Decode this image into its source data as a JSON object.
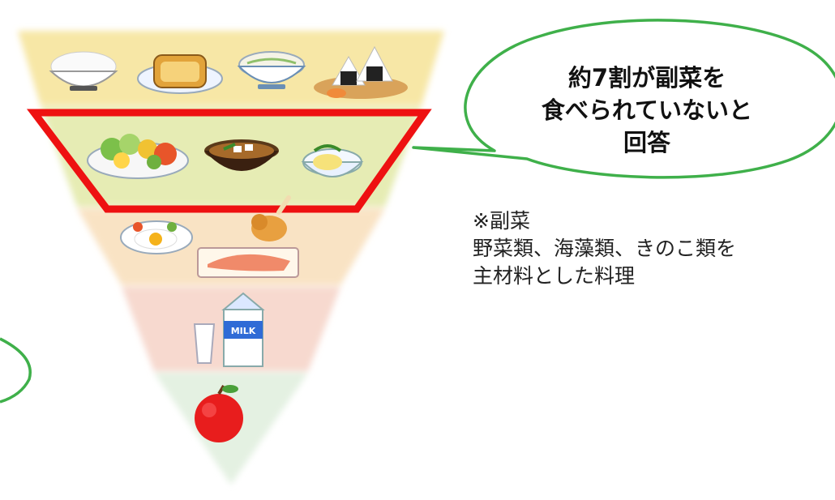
{
  "callout": {
    "lines": [
      "約7割が副菜を",
      "食べられていないと",
      "回答"
    ]
  },
  "note": {
    "lines": [
      "※副菜",
      "野菜類、海藻類、きのこ類を",
      "主材料とした料理"
    ]
  },
  "colors": {
    "tier1": "#f7e7a6",
    "tier2": "#e6ecb4",
    "tier3": "#f9e3c4",
    "tier4": "#f7d9cf",
    "tier5": "#e4f1e2",
    "highlight": "#ee1111",
    "bubble_stroke": "#3fb04a"
  },
  "icons": {
    "tier1": [
      "rice-bowl-icon",
      "toast-icon",
      "noodle-bowl-icon",
      "onigiri-icon"
    ],
    "tier2": [
      "salad-icon",
      "miso-soup-icon",
      "egg-dish-icon"
    ],
    "tier3": [
      "fried-egg-icon",
      "fried-chicken-icon",
      "salmon-icon"
    ],
    "tier4": [
      "milk-glass-icon",
      "milk-carton-icon"
    ],
    "tier5": [
      "apple-icon"
    ]
  }
}
